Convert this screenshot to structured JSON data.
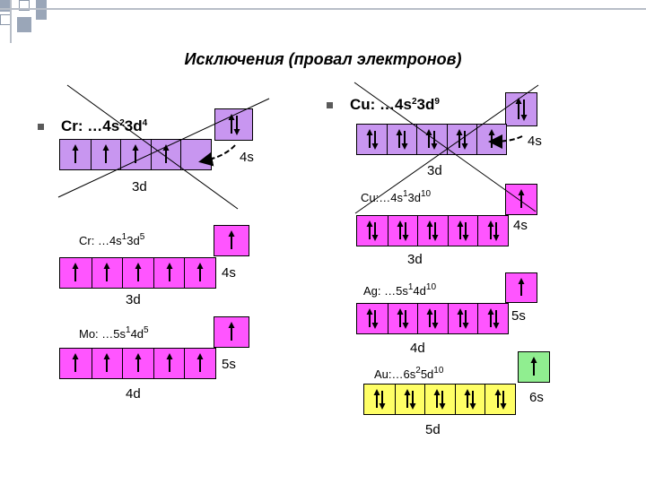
{
  "title": "Исключения (провал электронов)",
  "colors": {
    "violet": "#c896f0",
    "magenta": "#ff55ff",
    "yellow": "#ffff66",
    "green": "#90ee90",
    "line": "#000000"
  },
  "labels": {
    "cr_ground_pre": "Cr: …4s",
    "cr_ground_s_exp": "2",
    "cr_ground_mid": "3d",
    "cr_ground_d_exp": "4",
    "cr_ground_4s": "4s",
    "cr_ground_3d": "3d",
    "cr_ex_pre": "Cr: …4s",
    "cr_ex_s_exp": "1",
    "cr_ex_mid": "3d",
    "cr_ex_d_exp": "5",
    "cr_ex_4s": "4s",
    "cr_ex_3d": "3d",
    "mo_pre": "Mo: …5s",
    "mo_s_exp": "1",
    "mo_mid": "4d",
    "mo_d_exp": "5",
    "mo_5s": "5s",
    "mo_4d": "4d",
    "cu_ground_pre": "Cu: …4s",
    "cu_ground_s_exp": "2",
    "cu_ground_mid": "3d",
    "cu_ground_d_exp": "9",
    "cu_ground_4s": "4s",
    "cu_ground_3d": "3d",
    "cu_ex_pre": "Cu:…4s",
    "cu_ex_s_exp": "1",
    "cu_ex_mid": "3d",
    "cu_ex_d_exp": "10",
    "cu_ex_4s": "4s",
    "cu_ex_3d": "3d",
    "ag_pre": "Ag: …5s",
    "ag_s_exp": "1",
    "ag_mid": "4d",
    "ag_d_exp": "10",
    "ag_5s": "5s",
    "ag_4d": "4d",
    "au_pre": "Au:…6s",
    "au_s_exp": "2",
    "au_mid": "5d",
    "au_d_exp": "10",
    "au_6s": "6s",
    "au_5d": "5d"
  },
  "configs": [
    {
      "id": "cr-ground",
      "color": "violet",
      "d": [
        "up",
        "up",
        "up",
        "up",
        ""
      ],
      "s": [
        "updown"
      ]
    },
    {
      "id": "cr-excited",
      "color": "magenta",
      "d": [
        "up",
        "up",
        "up",
        "up",
        "up"
      ],
      "s": [
        "up"
      ]
    },
    {
      "id": "mo",
      "color": "magenta",
      "d": [
        "up",
        "up",
        "up",
        "up",
        "up"
      ],
      "s": [
        "up"
      ]
    },
    {
      "id": "cu-ground",
      "color": "violet",
      "d": [
        "updown",
        "updown",
        "updown",
        "updown",
        "up"
      ],
      "s": [
        "updown"
      ]
    },
    {
      "id": "cu-excited",
      "color": "magenta",
      "d": [
        "updown",
        "updown",
        "updown",
        "updown",
        "updown"
      ],
      "s": [
        "up"
      ]
    },
    {
      "id": "ag",
      "color": "magenta",
      "d": [
        "updown",
        "updown",
        "updown",
        "updown",
        "updown"
      ],
      "s": [
        "up"
      ]
    },
    {
      "id": "au",
      "color": "yellow",
      "d": [
        "updown",
        "updown",
        "updown",
        "updown",
        "updown"
      ],
      "s": [
        "up"
      ],
      "s_color": "green"
    }
  ]
}
